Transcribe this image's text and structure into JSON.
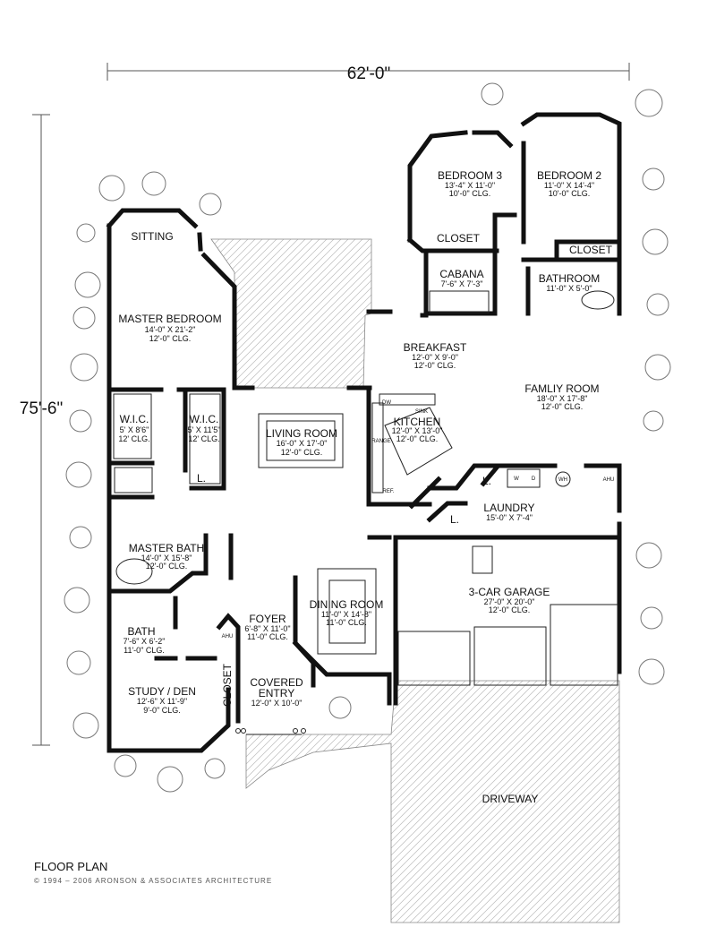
{
  "dimensions": {
    "width": "62'-0\"",
    "depth": "75'-6\""
  },
  "rooms": {
    "sitting": {
      "name": "SITTING"
    },
    "master_bedroom": {
      "name": "MASTER BEDROOM",
      "size": "14'-0\" X 21'-2\"",
      "ceiling": "12'-0\" CLG."
    },
    "wic_1": {
      "name": "W.I.C.",
      "size": "5' X 8'6\"",
      "ceiling": "12' CLG."
    },
    "wic_2": {
      "name": "W.I.C.",
      "size": "5' X 11'5\"",
      "ceiling": "12' CLG."
    },
    "living_room": {
      "name": "LIVING ROOM",
      "size": "16'-0\" X 17'-0\"",
      "ceiling": "12'-0\" CLG."
    },
    "bedroom_3": {
      "name": "BEDROOM 3",
      "size": "13'-4\" X 11'-0\"",
      "ceiling": "10'-0\" CLG."
    },
    "bedroom_2": {
      "name": "BEDROOM 2",
      "size": "11'-0\" X 14'-4\"",
      "ceiling": "10'-0\" CLG."
    },
    "closet_b3": {
      "name": "CLOSET"
    },
    "closet_b2": {
      "name": "CLOSET"
    },
    "cabana": {
      "name": "CABANA",
      "size": "7'-6\" X 7'-3\""
    },
    "bathroom": {
      "name": "BATHROOM",
      "size": "11'-0\" X 5'-0\""
    },
    "breakfast": {
      "name": "BREAKFAST",
      "size": "12'-0\" X 9'-0\"",
      "ceiling": "12'-0\" CLG."
    },
    "family_room": {
      "name": "FAMLIY ROOM",
      "size": "18'-0\" X 17'-8\"",
      "ceiling": "12'-0\" CLG."
    },
    "kitchen": {
      "name": "KITCHEN",
      "size": "12'-0\" X 13'-0\"",
      "ceiling": "12'-0\" CLG."
    },
    "laundry": {
      "name": "LAUNDRY",
      "size": "15'-0\" X 7'-4\""
    },
    "master_bath": {
      "name": "MASTER BATH",
      "size": "14'-0\" X 15'-8\"",
      "ceiling": "12'-0\" CLG."
    },
    "bath": {
      "name": "BATH",
      "size": "7'-6\" X 6'-2\"",
      "ceiling": "11'-0\" CLG."
    },
    "foyer": {
      "name": "FOYER",
      "size": "6'-8\" X 11'-0\"",
      "ceiling": "11'-0\" CLG."
    },
    "dining_room": {
      "name": "DINING ROOM",
      "size": "11'-0\" X 14'-8\"",
      "ceiling": "11'-0\" CLG."
    },
    "garage": {
      "name": "3-CAR GARAGE",
      "size": "27'-0\" X 20'-0\"",
      "ceiling": "12'-0\" CLG."
    },
    "covered_entry_1": {
      "name": "COVERED"
    },
    "covered_entry_2": {
      "name": "ENTRY",
      "size": "12'-0\" X 10'-0\""
    },
    "study": {
      "name": "STUDY / DEN",
      "size": "12'-6\" X 11'-9\"",
      "ceiling": "9'-0\" CLG."
    },
    "closet_study": {
      "name": "CLOSET"
    },
    "driveway": {
      "name": "DRIVEWAY"
    }
  },
  "fixtures": {
    "dw": "DW",
    "sink": "SINK",
    "range": "RANGE",
    "ref": "REF.",
    "washer": "W",
    "dryer": "D",
    "wh": "WH",
    "ahu": "AHU",
    "ahu2": "AHU",
    "linen_1": "L.",
    "linen_2": "L.",
    "linen_3": "L."
  },
  "title": "FLOOR PLAN",
  "copyright": "© 1994 – 2006 ARONSON & ASSOCIATES ARCHITECTURE"
}
